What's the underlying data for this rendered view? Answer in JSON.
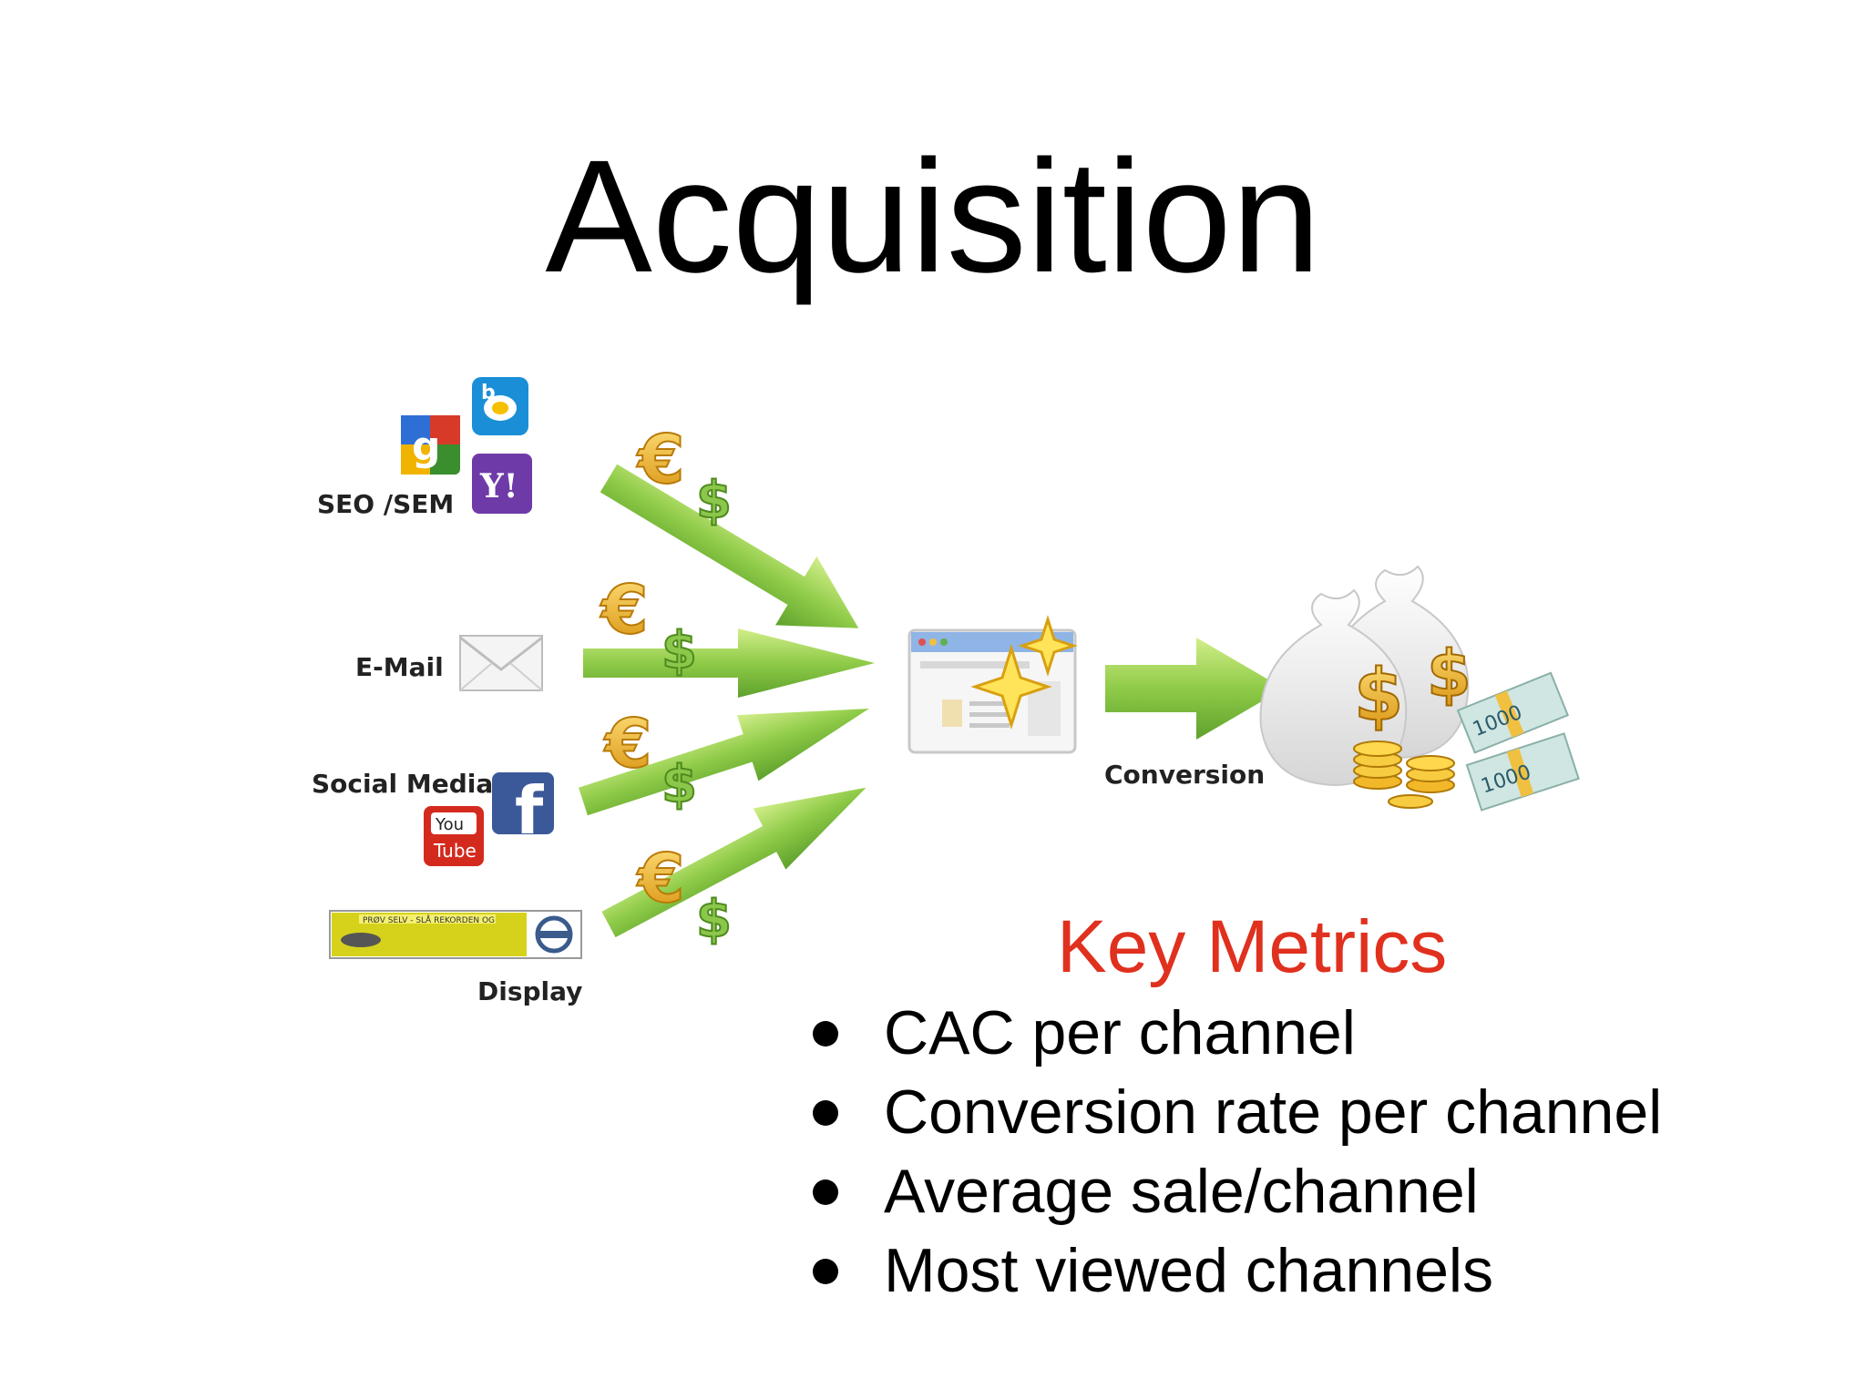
{
  "title": "Acquisition",
  "channels": {
    "seo": "SEO /SEM",
    "email": "E-Mail",
    "social": "Social Media",
    "display": "Display"
  },
  "icons": {
    "bing": "b",
    "yahoo": "Y!",
    "google": "g",
    "facebook": "f",
    "youtube_top": "You",
    "youtube_bottom": "Tube",
    "banner_text": "PRØV SELV - SLÅ REKORDEN OG",
    "euro": "€",
    "dollar": "$",
    "bill": "1000"
  },
  "conversion_label": "Conversion",
  "key_metrics": {
    "title": "Key Metrics",
    "items": [
      "CAC per channel",
      "Conversion rate per channel",
      "Average sale/channel",
      "Most viewed channels"
    ]
  },
  "colors": {
    "arrow_green": "#7fc241",
    "arrow_light": "#c6e87a",
    "metrics_title": "#e0301e",
    "gold": "#f0b020"
  }
}
